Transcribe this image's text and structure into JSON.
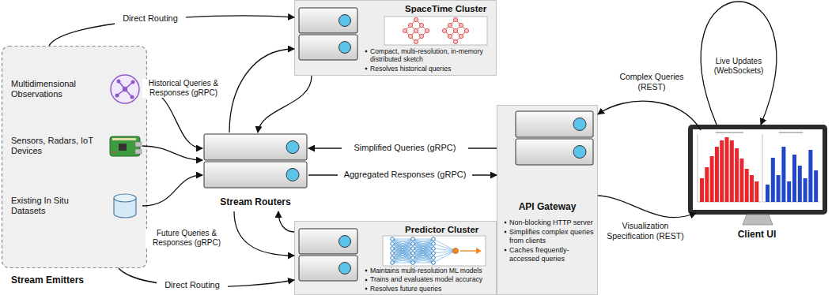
{
  "diagram": {
    "nodes": [
      {
        "text": [
          "Stream Emitters"
        ]
      },
      {
        "text": [
          "Multidimensional Observations"
        ],
        "in": 0
      },
      {
        "text": [
          "Sensors, Radars, IoT Devices"
        ],
        "in": 0
      },
      {
        "text": [
          "Existing In Situ Datasets"
        ],
        "in": 0
      },
      {
        "text": [
          "SpaceTime Cluster",
          "Compact, multi-resolution, in-memory distributed sketch",
          "Resolves historical queries"
        ]
      },
      {
        "text": [
          "Stream Routers"
        ]
      },
      {
        "text": [
          "Predictor Cluster",
          "Maintains multi-resolution ML models",
          "Trains and evaluates model accuracy",
          "Resolves future queries"
        ]
      },
      {
        "text": [
          "API Gateway",
          "Non-blocking HTTP server",
          "Simplifies complex queries from clients",
          "Caches frequently-accessed queries"
        ]
      },
      {
        "text": [
          "Client UI"
        ]
      }
    ],
    "edges": [
      {
        "from": 0,
        "to": 4,
        "arrow": "to",
        "label": "Direct Routing"
      },
      {
        "from": 0,
        "to": 6,
        "arrow": "to",
        "label": "Direct Routing"
      },
      {
        "from": 1,
        "to": 5,
        "arrow": "to"
      },
      {
        "from": 2,
        "to": 5,
        "arrow": "to"
      },
      {
        "from": 3,
        "to": 5,
        "arrow": "to"
      },
      {
        "from": 5,
        "to": 4,
        "arrow": "to",
        "label": "Historical Queries & Responses (gRPC)"
      },
      {
        "from": 4,
        "to": 5,
        "arrow": "to"
      },
      {
        "from": 5,
        "to": 6,
        "arrow": "to",
        "label": "Future Queries & Responses (gRPC)"
      },
      {
        "from": 6,
        "to": 5,
        "arrow": "to"
      },
      {
        "from": 7,
        "to": 5,
        "arrow": "to",
        "label": "Simplified Queries (gRPC)"
      },
      {
        "from": 5,
        "to": 7,
        "arrow": "to",
        "label": "Aggregated Responses (gRPC)"
      },
      {
        "from": 8,
        "to": 7,
        "arrow": "to",
        "label": "Complex Queries (REST)"
      },
      {
        "from": 7,
        "to": 8,
        "arrow": "to",
        "label": "Visualization Specification (REST)"
      },
      {
        "from": 8,
        "to": 8,
        "arrow": "to",
        "label": "Live Updates (WebSockets)"
      }
    ]
  }
}
